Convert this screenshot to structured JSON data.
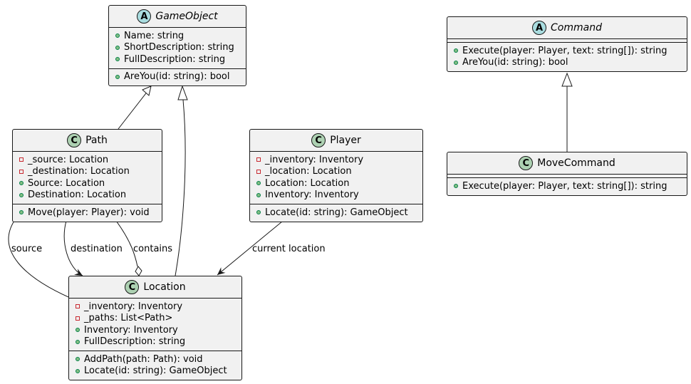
{
  "classes": {
    "gameobject": {
      "name": "GameObject",
      "stereotype": "A",
      "abstract": true,
      "fields": [
        {
          "vis": "public",
          "text": "Name: string"
        },
        {
          "vis": "public",
          "text": "ShortDescription: string"
        },
        {
          "vis": "public",
          "text": "FullDescription: string"
        }
      ],
      "methods": [
        {
          "vis": "public",
          "text": "AreYou(id: string): bool"
        }
      ]
    },
    "command": {
      "name": "Command",
      "stereotype": "A",
      "abstract": true,
      "fields": [],
      "methods": [
        {
          "vis": "public",
          "text": "Execute(player: Player, text: string[]): string"
        },
        {
          "vis": "public",
          "text": "AreYou(id: string): bool"
        }
      ]
    },
    "path": {
      "name": "Path",
      "stereotype": "C",
      "abstract": false,
      "fields": [
        {
          "vis": "private",
          "text": "_source: Location"
        },
        {
          "vis": "private",
          "text": "_destination: Location"
        },
        {
          "vis": "public",
          "text": "Source: Location"
        },
        {
          "vis": "public",
          "text": "Destination: Location"
        }
      ],
      "methods": [
        {
          "vis": "public",
          "text": "Move(player: Player): void"
        }
      ]
    },
    "player": {
      "name": "Player",
      "stereotype": "C",
      "abstract": false,
      "fields": [
        {
          "vis": "private",
          "text": "_inventory: Inventory"
        },
        {
          "vis": "private",
          "text": "_location: Location"
        },
        {
          "vis": "public",
          "text": "Location: Location"
        },
        {
          "vis": "public",
          "text": "Inventory: Inventory"
        }
      ],
      "methods": [
        {
          "vis": "public",
          "text": "Locate(id: string): GameObject"
        }
      ]
    },
    "movecommand": {
      "name": "MoveCommand",
      "stereotype": "C",
      "abstract": false,
      "fields": [],
      "methods": [
        {
          "vis": "public",
          "text": "Execute(player: Player, text: string[]): string"
        }
      ]
    },
    "location": {
      "name": "Location",
      "stereotype": "C",
      "abstract": false,
      "fields": [
        {
          "vis": "private",
          "text": "_inventory: Inventory"
        },
        {
          "vis": "private",
          "text": "_paths: List<Path>"
        },
        {
          "vis": "public",
          "text": "Inventory: Inventory"
        },
        {
          "vis": "public",
          "text": "FullDescription: string"
        }
      ],
      "methods": [
        {
          "vis": "public",
          "text": "AddPath(path: Path): void"
        },
        {
          "vis": "public",
          "text": "Locate(id: string): GameObject"
        }
      ]
    }
  },
  "edge_labels": {
    "source": "source",
    "destination": "destination",
    "contains": "contains",
    "current_location": "current location"
  },
  "colors": {
    "box_fill": "#f1f1f1",
    "border": "#181818",
    "class_circle": "#add1b2",
    "abstract_circle": "#a9dcdf",
    "public_fill": "#84be84",
    "private_stroke": "#c82930"
  }
}
